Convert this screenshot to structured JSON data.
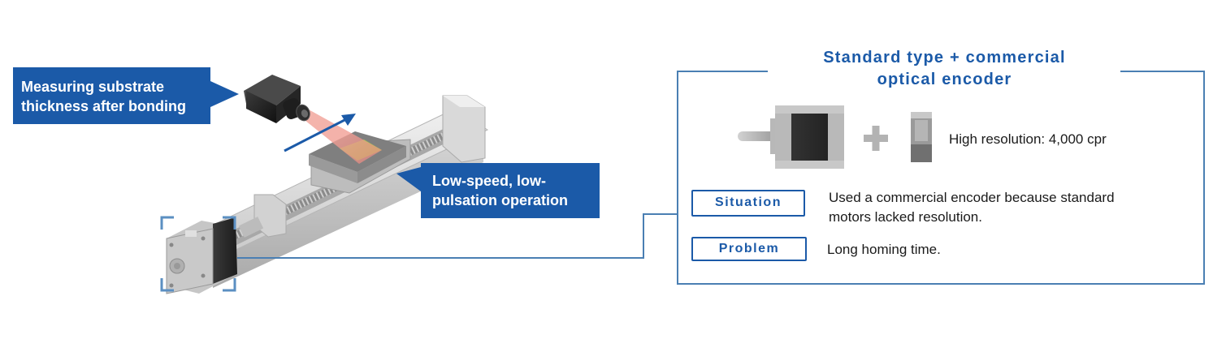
{
  "callouts": {
    "measuring": [
      "Measuring substrate",
      "thickness after bonding"
    ],
    "operation": [
      "Low-speed, low-",
      "pulsation operation"
    ]
  },
  "panel": {
    "title_lines": [
      "Standard type + commercial",
      "optical encoder"
    ],
    "resolution_text": "High resolution: 4,000 cpr",
    "situation": {
      "label": "Situation",
      "text_lines": [
        "Used a commercial encoder because standard",
        "motors lacked resolution."
      ]
    },
    "problem": {
      "label": "Problem",
      "text_lines": [
        "Long homing time."
      ]
    }
  },
  "colors": {
    "brand_blue": "#1b5aa8",
    "panel_border": "#4a7fb3",
    "laser": "#f2a49b",
    "substrate": "#9ccf4a"
  },
  "icons": [
    "camera-icon",
    "linear-stage-illustration",
    "stepper-motor-icon",
    "plus-icon",
    "optical-encoder-icon"
  ]
}
